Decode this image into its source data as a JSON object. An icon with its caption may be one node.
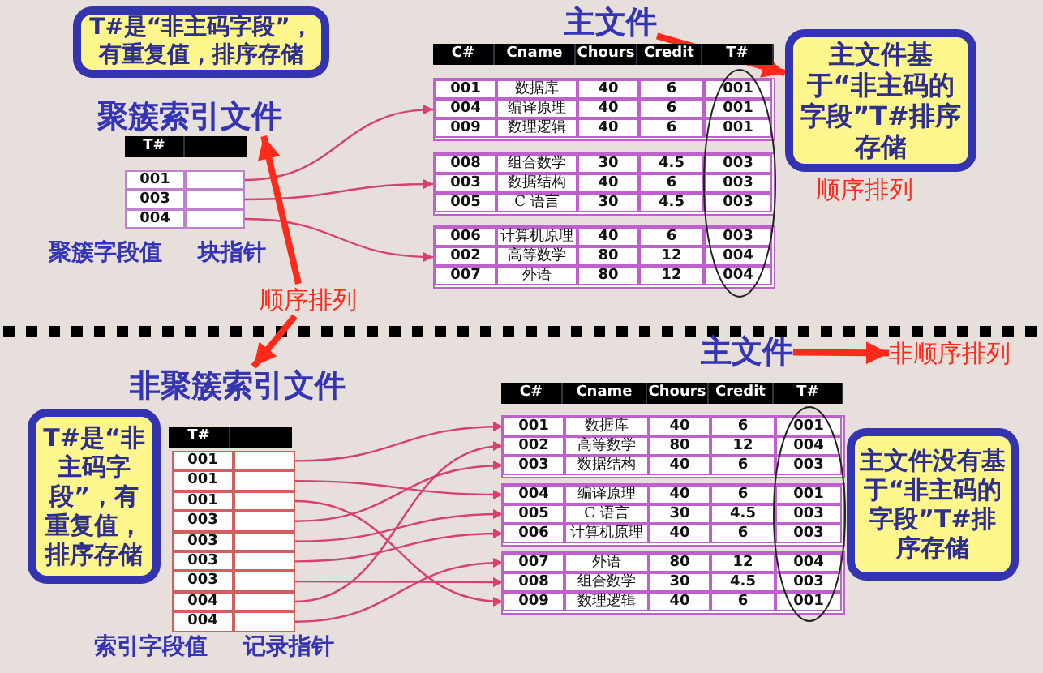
{
  "diagram": {
    "nodes": [
      {
        "text": [
          "T#是“非主码字段”，有重复值，排序存储"
        ]
      },
      {
        "text": [
          "聚簇索引文件"
        ]
      },
      {
        "text": [
          "001"
        ]
      },
      {
        "text": [
          "003"
        ]
      },
      {
        "text": [
          "004"
        ]
      },
      {
        "text": [
          "顺序排列"
        ]
      },
      {
        "text": [
          "主文件"
        ]
      },
      {
        "text": [],
        "shape": "box"
      },
      {
        "text": [
          "001",
          "数据库",
          "40",
          "6",
          "001"
        ],
        "in": 7
      },
      {
        "text": [
          "004",
          "编译原理",
          "40",
          "6",
          "001"
        ],
        "in": 7
      },
      {
        "text": [
          "009",
          "数理逻辑",
          "40",
          "6",
          "001"
        ],
        "in": 7
      },
      {
        "text": [],
        "shape": "box"
      },
      {
        "text": [
          "008",
          "组合数学",
          "30",
          "4.5",
          "003"
        ],
        "in": 11
      },
      {
        "text": [
          "003",
          "数据结构",
          "40",
          "6",
          "003"
        ],
        "in": 11
      },
      {
        "text": [
          "005",
          "C 语言",
          "30",
          "4.5",
          "003"
        ],
        "in": 11
      },
      {
        "text": [],
        "shape": "box"
      },
      {
        "text": [
          "006",
          "计算机原理",
          "40",
          "6",
          "003"
        ],
        "in": 15
      },
      {
        "text": [
          "002",
          "高等数学",
          "80",
          "12",
          "004"
        ],
        "in": 15
      },
      {
        "text": [
          "007",
          "外语",
          "80",
          "12",
          "004"
        ],
        "in": 15
      },
      {
        "text": [
          "主文件基于“非主码的字段”T#排序存储"
        ]
      },
      {
        "text": [
          "非聚簇索引文件"
        ]
      },
      {
        "text": [
          "T#是“非主码字段”，有重复值，排序存储"
        ]
      },
      {
        "text": [
          "001"
        ]
      },
      {
        "text": [
          "001"
        ]
      },
      {
        "text": [
          "001"
        ]
      },
      {
        "text": [
          "003"
        ]
      },
      {
        "text": [
          "003"
        ]
      },
      {
        "text": [
          "003"
        ]
      },
      {
        "text": [
          "003"
        ]
      },
      {
        "text": [
          "004"
        ]
      },
      {
        "text": [
          "004"
        ]
      },
      {
        "text": [
          "主文件"
        ]
      },
      {
        "text": [
          "非顺序排列"
        ]
      },
      {
        "text": [],
        "shape": "box"
      },
      {
        "text": [
          "001",
          "数据库",
          "40",
          "6",
          "001"
        ],
        "in": 33
      },
      {
        "text": [
          "002",
          "高等数学",
          "80",
          "12",
          "004"
        ],
        "in": 33
      },
      {
        "text": [
          "003",
          "数据结构",
          "40",
          "6",
          "003"
        ],
        "in": 33
      },
      {
        "text": [],
        "shape": "box"
      },
      {
        "text": [
          "004",
          "编译原理",
          "40",
          "6",
          "001"
        ],
        "in": 37
      },
      {
        "text": [
          "005",
          "C 语言",
          "30",
          "4.5",
          "003"
        ],
        "in": 37
      },
      {
        "text": [
          "006",
          "计算机原理",
          "40",
          "6",
          "003"
        ],
        "in": 37
      },
      {
        "text": [],
        "shape": "box"
      },
      {
        "text": [
          "007",
          "外语",
          "80",
          "12",
          "004"
        ],
        "in": 41
      },
      {
        "text": [
          "008",
          "组合数学",
          "30",
          "4.5",
          "003"
        ],
        "in": 41
      },
      {
        "text": [
          "009",
          "数理逻辑",
          "40",
          "6",
          "001"
        ],
        "in": 41
      },
      {
        "text": [
          "主文件没有基于“非主码的字段”T#排序存储"
        ]
      }
    ],
    "edges": [
      {
        "from": 2,
        "to": 7,
        "arrow": "to"
      },
      {
        "from": 3,
        "to": 11,
        "arrow": "to"
      },
      {
        "from": 4,
        "to": 15,
        "arrow": "to"
      },
      {
        "from": 5,
        "to": 1,
        "arrow": "to",
        "style": "thick",
        "color": "#ff2a1a"
      },
      {
        "from": 6,
        "to": 19,
        "arrow": "to",
        "style": "thick",
        "color": "#ff2a1a"
      },
      {
        "from": 5,
        "to": 20,
        "arrow": "to",
        "style": "thick",
        "color": "#ff2a1a"
      },
      {
        "from": 31,
        "to": 32,
        "arrow": "to",
        "style": "thick",
        "color": "#ff2a1a"
      },
      {
        "from": 22,
        "to": 34,
        "arrow": "to"
      },
      {
        "from": 23,
        "to": 38,
        "arrow": "to"
      },
      {
        "from": 24,
        "to": 44,
        "arrow": "to"
      },
      {
        "from": 25,
        "to": 36,
        "arrow": "to"
      },
      {
        "from": 26,
        "to": 39,
        "arrow": "to"
      },
      {
        "from": 27,
        "to": 40,
        "arrow": "to"
      },
      {
        "from": 28,
        "to": 43,
        "arrow": "to"
      },
      {
        "from": 29,
        "to": 35,
        "arrow": "to"
      },
      {
        "from": 30,
        "to": 42,
        "arrow": "to"
      }
    ],
    "labels": [
      "T#",
      "C#",
      "Cname",
      "Chours",
      "Credit",
      "T#",
      "聚簇字段值",
      "块指针",
      "顺序排列",
      "T#",
      "C#",
      "Cname",
      "Chours",
      "Credit",
      "T#",
      "索引字段值",
      "记录指针"
    ]
  }
}
